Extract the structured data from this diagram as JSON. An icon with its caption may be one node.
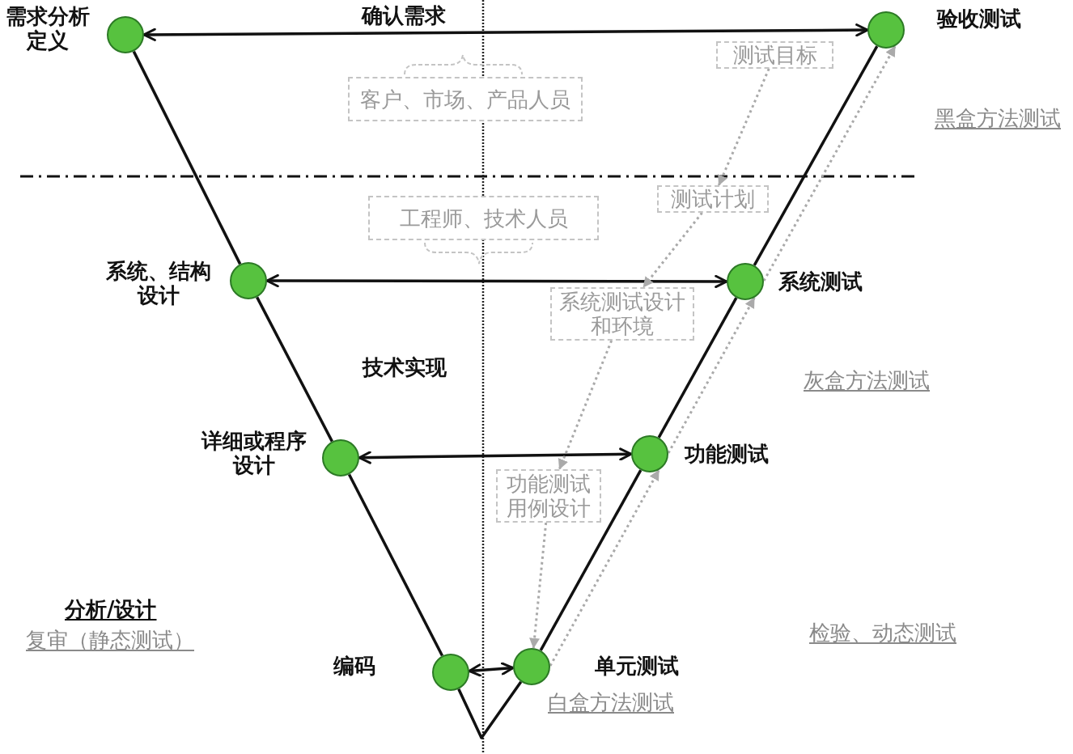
{
  "diagram": {
    "nodes": [
      {
        "text": [],
        "shape": "circle",
        "beside": [
          "需求分析定义"
        ]
      },
      {
        "text": [],
        "shape": "circle",
        "beside": [
          "验收测试"
        ]
      },
      {
        "text": [],
        "shape": "circle",
        "beside": [
          "系统、结构设计"
        ]
      },
      {
        "text": [],
        "shape": "circle",
        "beside": [
          "系统测试"
        ]
      },
      {
        "text": [],
        "shape": "circle",
        "beside": [
          "详细或程序设计"
        ]
      },
      {
        "text": [],
        "shape": "circle",
        "beside": [
          "功能测试"
        ]
      },
      {
        "text": [],
        "shape": "circle",
        "beside": [
          "编码"
        ]
      },
      {
        "text": [],
        "shape": "circle",
        "beside": [
          "单元测试"
        ]
      },
      {
        "text": [
          "客户、市场、产品人员"
        ]
      },
      {
        "text": [
          "工程师、技术人员"
        ]
      },
      {
        "text": [
          "测试目标"
        ]
      },
      {
        "text": [
          "测试计划"
        ]
      },
      {
        "text": [
          "系统测试设计和环境"
        ]
      },
      {
        "text": [
          "功能测试用例设计"
        ]
      }
    ],
    "edges": [
      {
        "from": 0,
        "to": 1,
        "arrow": "both",
        "label": "确认需求"
      },
      {
        "from": 2,
        "to": 3,
        "arrow": "both"
      },
      {
        "from": 4,
        "to": 5,
        "arrow": "both"
      },
      {
        "from": 6,
        "to": 7,
        "arrow": "both"
      },
      {
        "from": 0,
        "to": 2,
        "arrow": "none"
      },
      {
        "from": 2,
        "to": 4,
        "arrow": "none"
      },
      {
        "from": 4,
        "to": 6,
        "arrow": "none"
      },
      {
        "from": 6,
        "to": 7,
        "arrow": "none"
      },
      {
        "from": 7,
        "to": 5,
        "arrow": "none"
      },
      {
        "from": 5,
        "to": 3,
        "arrow": "none"
      },
      {
        "from": 3,
        "to": 1,
        "arrow": "none"
      },
      {
        "from": 10,
        "to": 11,
        "arrow": "to",
        "style": "dashed",
        "color": "#aaaaaa"
      },
      {
        "from": 11,
        "to": 12,
        "arrow": "to",
        "style": "dashed",
        "color": "#aaaaaa"
      },
      {
        "from": 12,
        "to": 13,
        "arrow": "to",
        "style": "dashed",
        "color": "#aaaaaa"
      },
      {
        "from": 13,
        "to": 7,
        "arrow": "to",
        "style": "dashed",
        "color": "#aaaaaa"
      },
      {
        "from": 7,
        "to": 5,
        "arrow": "to",
        "style": "dashed",
        "color": "#aaaaaa"
      },
      {
        "from": 5,
        "to": 3,
        "arrow": "to",
        "style": "dashed",
        "color": "#aaaaaa"
      },
      {
        "from": 3,
        "to": 1,
        "arrow": "to",
        "style": "dashed",
        "color": "#aaaaaa"
      }
    ],
    "labels": [
      "黑盒方法测试",
      "技术实现",
      "灰盒方法测试",
      "分析/设计",
      "复审（静态测试）",
      "检验、动态测试",
      "白盒方法测试"
    ]
  }
}
